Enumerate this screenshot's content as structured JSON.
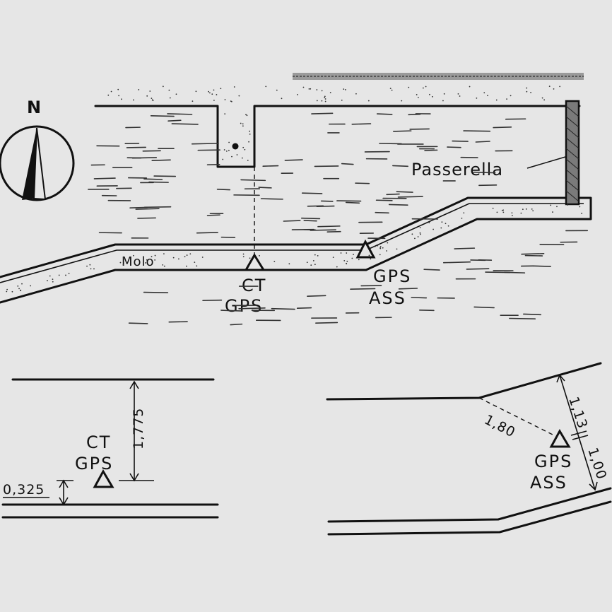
{
  "compass": {
    "north_label": "N"
  },
  "map": {
    "footbridge_label": "Passerella",
    "pier_label": "Molo",
    "ct_gps_label_line1": "CT",
    "ct_gps_label_line2": "GPS",
    "gps_ass_label_line1": "GPS",
    "gps_ass_label_line2": "ASS"
  },
  "detail_ct": {
    "label_line1": "CT",
    "label_line2": "GPS",
    "dim_vertical": "1,775",
    "dim_base": "0,325"
  },
  "detail_ass": {
    "label_line1": "GPS",
    "label_line2": "ASS",
    "dim_diagonal": "1,80",
    "dim_upper": "1,13",
    "dim_lower": "1,00"
  }
}
